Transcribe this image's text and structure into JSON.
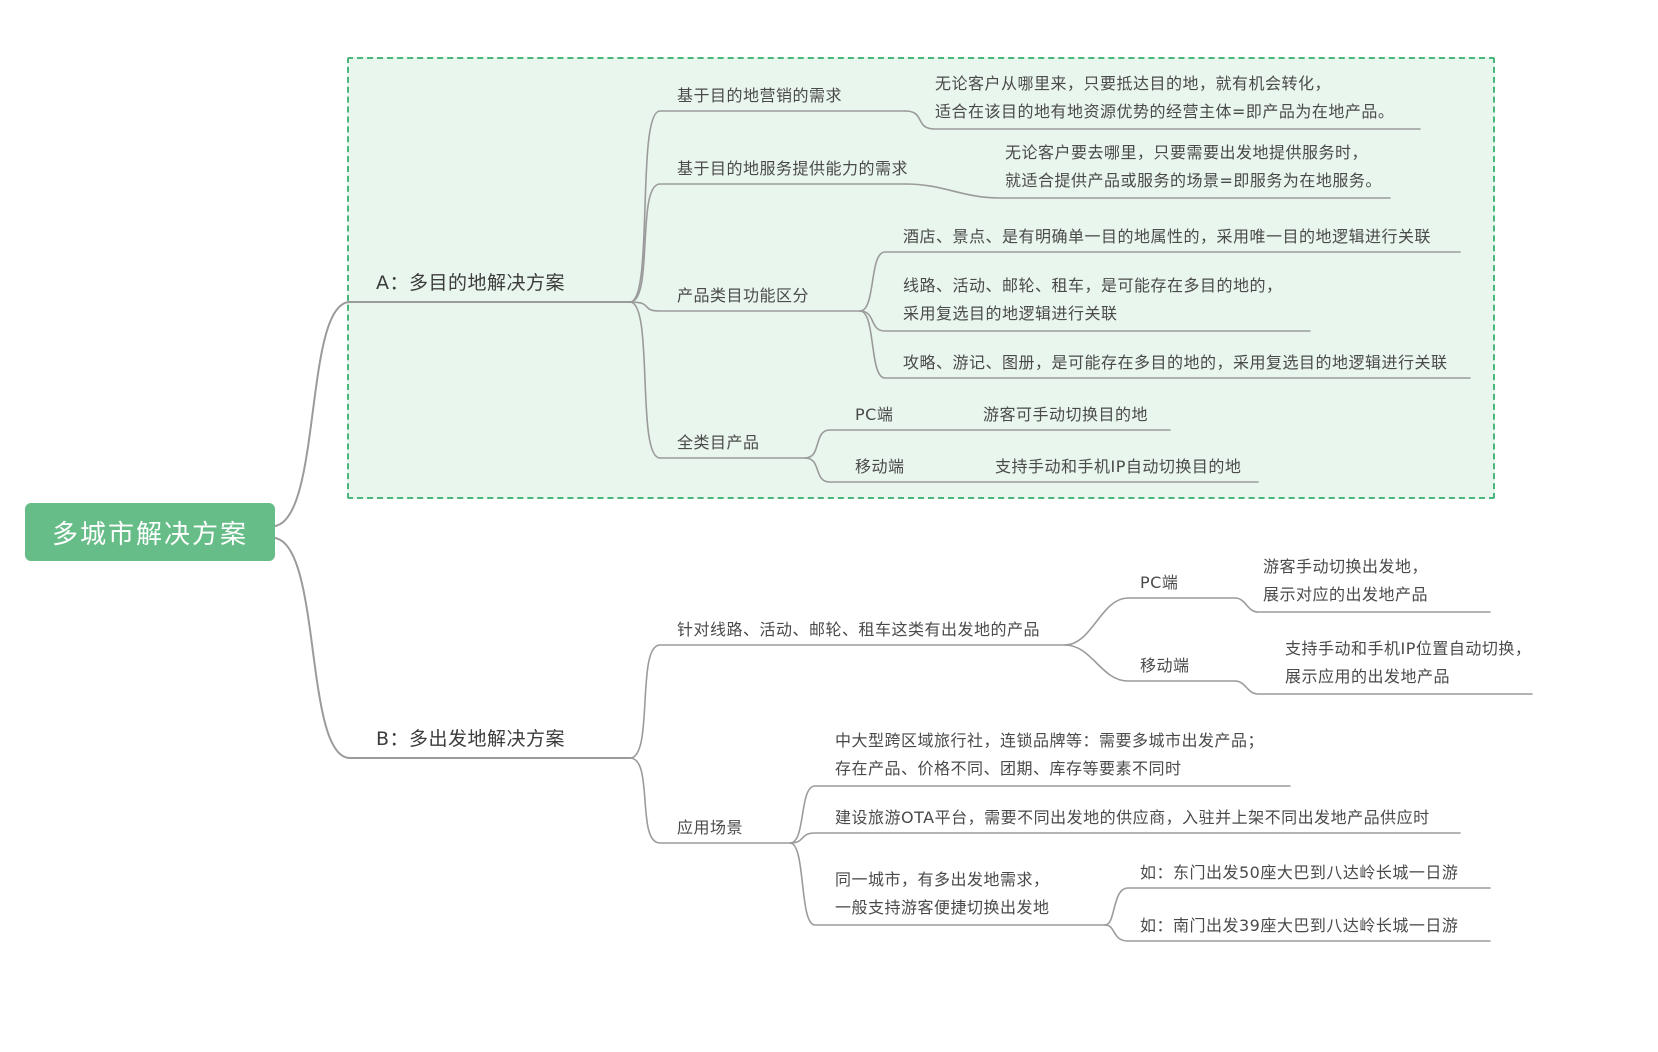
{
  "colors": {
    "root_bg": "#67bd88",
    "group_border": "#49b67c",
    "group_bg": "#e9f6ee",
    "line": "#9b9b9b",
    "text": "#4a4a4a"
  },
  "root": {
    "label": "多城市解决方案"
  },
  "branch_a": {
    "label": "A：多目的地解决方案",
    "children": [
      {
        "label": "基于目的地营销的需求",
        "desc": "无论客户从哪里来，只要抵达目的地，就有机会转化，\n适合在该目的地有地资源优势的经营主体=即产品为在地产品。"
      },
      {
        "label": "基于目的地服务提供能力的需求",
        "desc": "无论客户要去哪里，只要需要出发地提供服务时，\n就适合提供产品或服务的场景=即服务为在地服务。"
      },
      {
        "label": "产品类目功能区分",
        "children": [
          {
            "label": "酒店、景点、是有明确单一目的地属性的，采用唯一目的地逻辑进行关联"
          },
          {
            "label": "线路、活动、邮轮、租车，是可能存在多目的地的，\n采用复选目的地逻辑进行关联"
          },
          {
            "label": "攻略、游记、图册，是可能存在多目的地的，采用复选目的地逻辑进行关联"
          }
        ]
      },
      {
        "label": "全类目产品",
        "children": [
          {
            "label": "PC端",
            "desc": "游客可手动切换目的地"
          },
          {
            "label": "移动端",
            "desc": "支持手动和手机IP自动切换目的地"
          }
        ]
      }
    ]
  },
  "branch_b": {
    "label": "B：多出发地解决方案",
    "children": [
      {
        "label": "针对线路、活动、邮轮、租车这类有出发地的产品",
        "children": [
          {
            "label": "PC端",
            "desc": "游客手动切换出发地，\n展示对应的出发地产品"
          },
          {
            "label": "移动端",
            "desc": "支持手动和手机IP位置自动切换，\n展示应用的出发地产品"
          }
        ]
      },
      {
        "label": "应用场景",
        "children": [
          {
            "label": "中大型跨区域旅行社，连锁品牌等：需要多城市出发产品；\n存在产品、价格不同、团期、库存等要素不同时"
          },
          {
            "label": "建设旅游OTA平台，需要不同出发地的供应商，入驻并上架不同出发地产品供应时"
          },
          {
            "label": "同一城市，有多出发地需求，\n一般支持游客便捷切换出发地",
            "children": [
              {
                "label": "如：东门出发50座大巴到八达岭长城一日游"
              },
              {
                "label": "如：南门出发39座大巴到八达岭长城一日游"
              }
            ]
          }
        ]
      }
    ]
  }
}
